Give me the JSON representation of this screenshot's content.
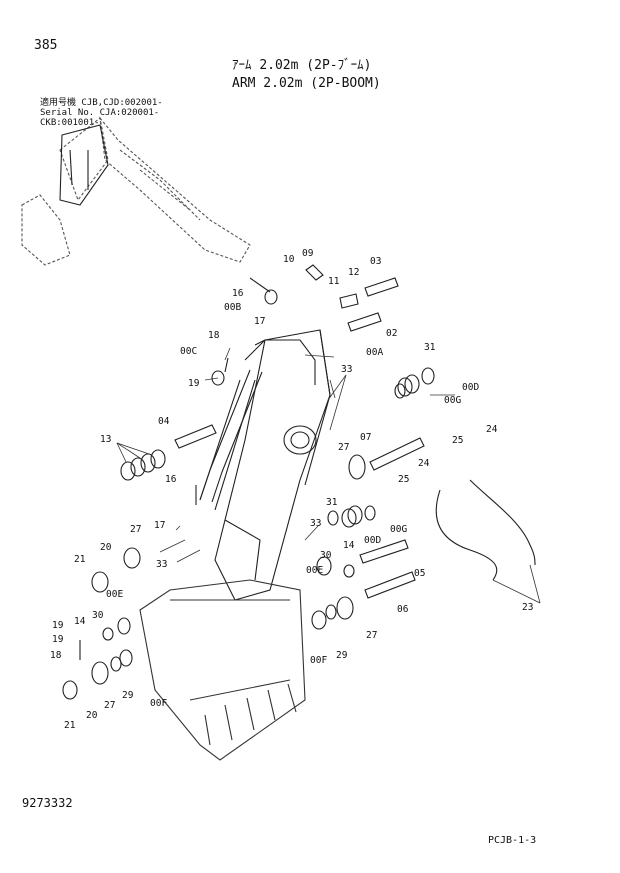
{
  "header": {
    "page_number": "385",
    "title_jp": "ｱｰﾑ 2.02m (2P-ﾌﾞｰﾑ)",
    "title_en": "ARM 2.02m (2P-BOOM)"
  },
  "serial_block": {
    "line1": "適用号機  CJB,CJD:002001-",
    "line2": "Serial No.      CJA:020001-",
    "line3": "                CKB:001001-"
  },
  "footer": {
    "doc_number": "9273332",
    "page_ref": "PCJB-1-3"
  },
  "callouts": [
    {
      "id": "l-10",
      "text": "10"
    },
    {
      "id": "l-09",
      "text": "09"
    },
    {
      "id": "l-03",
      "text": "03"
    },
    {
      "id": "l-16a",
      "text": "16"
    },
    {
      "id": "l-11",
      "text": "11"
    },
    {
      "id": "l-12",
      "text": "12"
    },
    {
      "id": "l-00b",
      "text": "00B"
    },
    {
      "id": "l-17a",
      "text": "17"
    },
    {
      "id": "l-02",
      "text": "02"
    },
    {
      "id": "l-18a",
      "text": "18"
    },
    {
      "id": "l-00c",
      "text": "00C"
    },
    {
      "id": "l-00a",
      "text": "00A"
    },
    {
      "id": "l-31a",
      "text": "31"
    },
    {
      "id": "l-33a",
      "text": "33"
    },
    {
      "id": "l-19a",
      "text": "19"
    },
    {
      "id": "l-00d",
      "text": "00D"
    },
    {
      "id": "l-00g",
      "text": "00G"
    },
    {
      "id": "l-04",
      "text": "04"
    },
    {
      "id": "l-07",
      "text": "07"
    },
    {
      "id": "l-27a",
      "text": "27"
    },
    {
      "id": "l-25a",
      "text": "25"
    },
    {
      "id": "l-24a",
      "text": "24"
    },
    {
      "id": "l-13",
      "text": "13"
    },
    {
      "id": "l-24b",
      "text": "24"
    },
    {
      "id": "l-25b",
      "text": "25"
    },
    {
      "id": "l-16b",
      "text": "16"
    },
    {
      "id": "l-31b",
      "text": "31"
    },
    {
      "id": "l-00g2",
      "text": "00G"
    },
    {
      "id": "l-17b",
      "text": "17"
    },
    {
      "id": "l-33b",
      "text": "33"
    },
    {
      "id": "l-27b",
      "text": "27"
    },
    {
      "id": "l-00d2",
      "text": "00D"
    },
    {
      "id": "l-20a",
      "text": "20"
    },
    {
      "id": "l-30a",
      "text": "30"
    },
    {
      "id": "l-14a",
      "text": "14"
    },
    {
      "id": "l-21a",
      "text": "21"
    },
    {
      "id": "l-33c",
      "text": "33"
    },
    {
      "id": "l-00e",
      "text": "00E"
    },
    {
      "id": "l-05",
      "text": "05"
    },
    {
      "id": "l-00e2",
      "text": "00E"
    },
    {
      "id": "l-06",
      "text": "06"
    },
    {
      "id": "l-23",
      "text": "23"
    },
    {
      "id": "l-14b",
      "text": "14"
    },
    {
      "id": "l-30b",
      "text": "30"
    },
    {
      "id": "l-27c",
      "text": "27"
    },
    {
      "id": "l-19b",
      "text": "19"
    },
    {
      "id": "l-19c",
      "text": "19"
    },
    {
      "id": "l-29a",
      "text": "29"
    },
    {
      "id": "l-00f",
      "text": "00F"
    },
    {
      "id": "l-18b",
      "text": "18"
    },
    {
      "id": "l-29b",
      "text": "29"
    },
    {
      "id": "l-27d",
      "text": "27"
    },
    {
      "id": "l-00f2",
      "text": "00F"
    },
    {
      "id": "l-21b",
      "text": "21"
    },
    {
      "id": "l-20b",
      "text": "20"
    }
  ]
}
